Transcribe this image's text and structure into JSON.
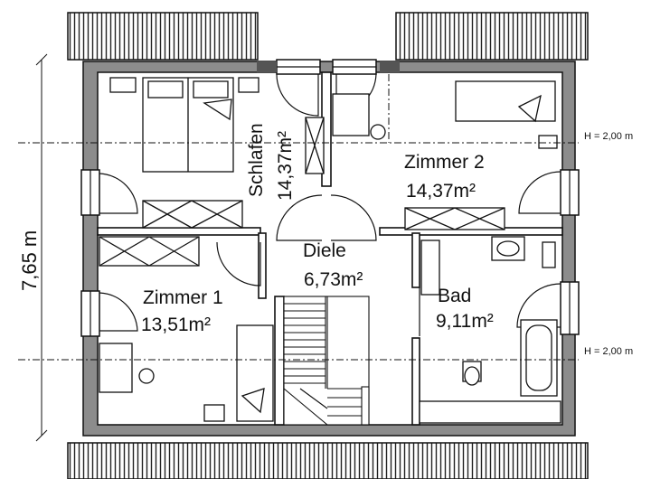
{
  "rooms": {
    "schlafen": {
      "name": "Schlafen",
      "area": "14,37m²"
    },
    "zimmer2": {
      "name": "Zimmer 2",
      "area": "14,37m²"
    },
    "diele": {
      "name": "Diele",
      "area": "6,73m²"
    },
    "zimmer1": {
      "name": "Zimmer 1",
      "area": "13,51m²"
    },
    "bad": {
      "name": "Bad",
      "area": "9,11m²"
    }
  },
  "dimensions": {
    "depth": "7,65 m",
    "headroom_upper": "H = 2,00 m",
    "headroom_lower": "H = 2,00 m"
  },
  "colors": {
    "wall": "#8c8c8c",
    "line": "#111111",
    "hatch": "#222222"
  }
}
